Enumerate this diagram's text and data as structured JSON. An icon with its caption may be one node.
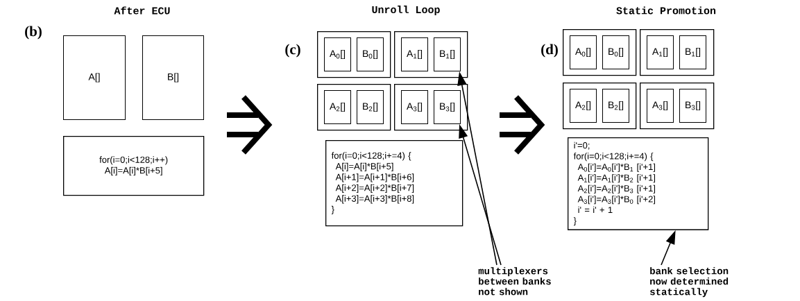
{
  "diagram": {
    "nodes": [
      {
        "text": [
          "A[]"
        ]
      },
      {
        "text": [
          "B[]"
        ]
      },
      {
        "text": [
          "for(i=0;i<128;i++)",
          "A[i]=A[i]*B[i+5]"
        ]
      },
      {
        "text": [],
        "shape": "box"
      },
      {
        "text": [
          "A$_{0}$[]"
        ],
        "in": 3
      },
      {
        "text": [
          "B$_{0}$[]"
        ],
        "in": 3
      },
      {
        "text": [],
        "shape": "box"
      },
      {
        "text": [
          "A$_{1}$[]"
        ],
        "in": 6
      },
      {
        "text": [
          "B$_{1}$[]"
        ],
        "in": 6
      },
      {
        "text": [],
        "shape": "box"
      },
      {
        "text": [
          "A$_{2}$[]"
        ],
        "in": 9
      },
      {
        "text": [
          "B$_{2}$[]"
        ],
        "in": 9
      },
      {
        "text": [],
        "shape": "box"
      },
      {
        "text": [
          "A$_{3}$[]"
        ],
        "in": 12
      },
      {
        "text": [
          "B$_{3}$[]"
        ],
        "in": 12
      },
      {
        "text": [
          "for(i=0;i<128;i+=4) {",
          "A[i]=A[i]*B[i+5]",
          "A[i+1]=A[i+1]*B[i+6]",
          "A[i+2]=A[i+2]*B[i+7]",
          "A[i+3]=A[i+3]*B[i+8]",
          "}"
        ]
      },
      {
        "text": [
          "multiplexers between banks not shown"
        ]
      },
      {
        "text": [],
        "shape": "box"
      },
      {
        "text": [
          "A$_{0}$[]"
        ],
        "in": 17
      },
      {
        "text": [
          "B$_{0}$[]"
        ],
        "in": 17
      },
      {
        "text": [],
        "shape": "box"
      },
      {
        "text": [
          "A$_{1}$[]"
        ],
        "in": 20
      },
      {
        "text": [
          "B$_{1}$[]"
        ],
        "in": 20
      },
      {
        "text": [],
        "shape": "box"
      },
      {
        "text": [
          "A$_{2}$[]"
        ],
        "in": 23
      },
      {
        "text": [
          "B$_{2}$[]"
        ],
        "in": 23
      },
      {
        "text": [],
        "shape": "box"
      },
      {
        "text": [
          "A$_{3}$[]"
        ],
        "in": 26
      },
      {
        "text": [
          "B$_{3}$[]"
        ],
        "in": 26
      },
      {
        "text": [
          "i'=0;",
          "for(i=0;i<128;i+=4) {",
          "A$_{0}$[i']=A$_{0}$[i']*B$_{1}$ [i'+1]",
          "A$_{1}$[i']=A$_{1}$[i']*B$_{2}$ [i'+1]",
          "A$_{2}$[i']=A$_{2}$[i']*B$_{3}$ [i'+1]",
          "A$_{3}$[i']=A$_{3}$[i']*B$_{0}$ [i'+2]",
          "i' = i' + 1",
          "}"
        ]
      },
      {
        "text": [
          "bank selection now determined statically"
        ]
      }
    ],
    "edges": [
      {
        "from": 16,
        "to": 8,
        "arrow": "to"
      },
      {
        "from": 16,
        "to": 14,
        "arrow": "to"
      },
      {
        "from": 30,
        "to": 29,
        "arrow": "to"
      }
    ],
    "labels": [
      "After ECU",
      "Unroll Loop",
      "Static Promotion",
      "(b)",
      "(c)",
      "(d)"
    ]
  }
}
